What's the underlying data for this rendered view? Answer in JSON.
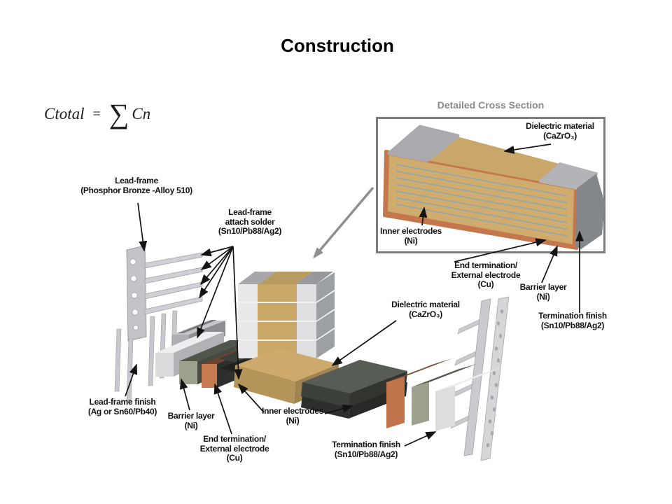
{
  "title": "Construction",
  "formula": {
    "c_total": "Ctotal",
    "equals": "=",
    "sigma": "∑",
    "c_n": "Cn"
  },
  "inset": {
    "title": "Detailed Cross Section",
    "labels": {
      "dielectric_material": "Dielectric material\n(CaZrO₃)",
      "inner_electrodes": "Inner electrodes\n(Ni)",
      "end_termination": "End termination/\nExternal electrode\n(Cu)",
      "barrier_layer": "Barrier layer\n(Ni)",
      "termination_finish": "Termination finish\n(Sn10/Pb88/Ag2)"
    }
  },
  "exploded": {
    "labels": {
      "lead_frame": "Lead-frame\n(Phosphor Bronze -Alloy 510)",
      "attach_solder": "Lead-frame\nattach solder\n(Sn10/Pb88/Ag2)",
      "lead_frame_finish": "Lead-frame finish\n(Ag or Sn60/Pb40)",
      "barrier_layer": "Barrier layer\n(Ni)",
      "end_termination": "End termination/\nExternal electrode\n(Cu)",
      "inner_electrodes": "Inner electrodes\n(Ni)",
      "dielectric_material": "Dielectric material\n(CaZrO₃)",
      "termination_finish": "Termination finish\n(Sn10/Pb88/Ag2)"
    }
  },
  "colors": {
    "dielectric_tan": "#c9a767",
    "copper": "#c0744c",
    "nickel_green": "#9ca28e",
    "silver": "#dddde0",
    "electrode_dark": "#2c2f2b",
    "inset_title_gray": "#8a8a8a",
    "box_border": "#7b7b7b",
    "callout_gray": "#8d9093"
  }
}
